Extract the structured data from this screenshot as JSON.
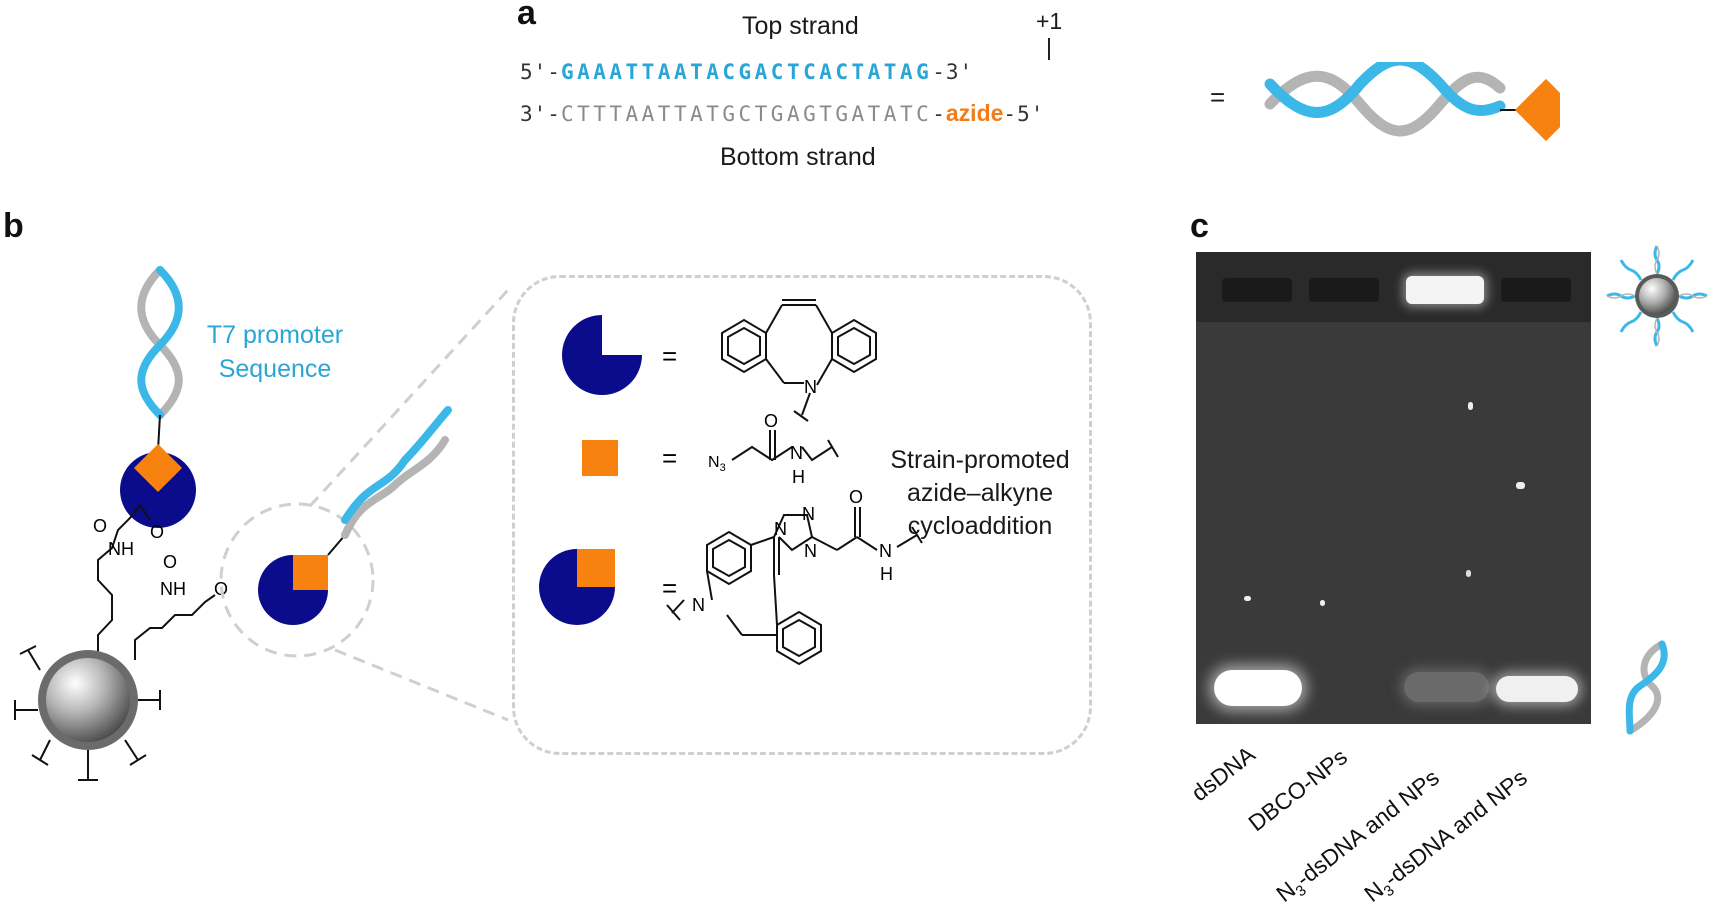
{
  "panel_a": {
    "letter": "a",
    "top_strand_title": "Top strand",
    "bottom_strand_title": "Bottom strand",
    "plus_one": "+1",
    "top_5_end": "5'-",
    "top_sequence": "GAAATTAATACGACTCACTATAG",
    "top_3_end": "-3'",
    "bottom_3_end": "3'-",
    "bottom_sequence": "CTTTAATTATGCTGAGTGATATC",
    "bottom_dash": "-",
    "azide_label": "azide",
    "bottom_5_end": "-5'",
    "equals": "="
  },
  "panel_b": {
    "letter": "b",
    "t7_label_line1": "T7 promoter",
    "t7_label_line2": "Sequence",
    "reaction_line1": "Strain-promoted",
    "reaction_line2": "azide–alkyne",
    "reaction_line3": "cycloaddition",
    "equals": "=",
    "chem_atoms": {
      "O": "O",
      "NH": "NH",
      "N": "N",
      "N3": "N",
      "N3_sub": "3",
      "H": "H"
    }
  },
  "panel_c": {
    "letter": "c",
    "lanes": [
      {
        "label": "dsDNA"
      },
      {
        "label": "DBCO-NPs"
      },
      {
        "label_prefix": "N",
        "label_sub": "3",
        "label_suffix": "-dsDNA and NPs"
      },
      {
        "label_prefix": "N",
        "label_sub": "3",
        "label_suffix": "-dsDNA and NPs"
      }
    ]
  },
  "colors": {
    "dna_blue": "#3bb8e8",
    "dna_gray": "#b4b4b4",
    "azide_orange": "#f7820f",
    "dbco_navy": "#0b0c8c",
    "gel_bg": "#3a3a3a"
  }
}
